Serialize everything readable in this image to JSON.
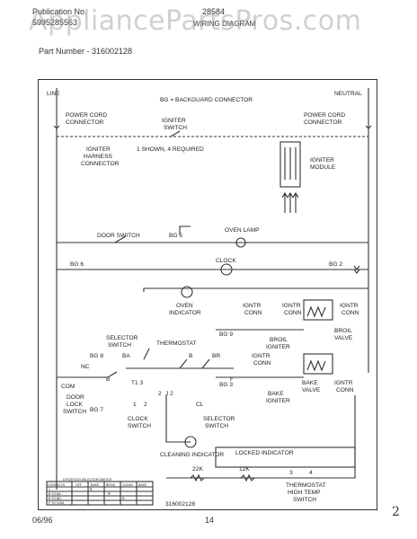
{
  "header": {
    "publication_label": "Publication No.",
    "publication_no": "5995285563",
    "model": "28584",
    "title": "WIRING DIAGRAM",
    "part_number": "Part Number - 316002128",
    "watermark": "AppliancePartsPros.com"
  },
  "diagram": {
    "line": "LINE",
    "neutral": "NEUTRAL",
    "bg_connector": "BG = BACKGUARD CONNECTOR",
    "power_cord_left_1": "POWER CORD",
    "power_cord_left_2": "CONNECTOR",
    "power_cord_right_1": "POWER CORD",
    "power_cord_right_2": "CONNECTOR",
    "igniter_switch_1": "IGNITER",
    "igniter_switch_2": "SWITCH",
    "igniter_harness_1": "IGNITER",
    "igniter_harness_2": "HARNESS",
    "igniter_harness_3": "CONNECTOR",
    "shown_required": "1 SHOWN, 4 REQUIRED",
    "igniter_module_1": "IGNITER",
    "igniter_module_2": "MODULE",
    "oven_lamp": "OVEN LAMP",
    "door_switch": "DOOR SWITCH",
    "bg5": "BG 5",
    "bg6": "BG 6",
    "clock": "CLOCK",
    "bg2": "BG 2",
    "oven_indicator_1": "OVEN",
    "oven_indicator_2": "INDICATOR",
    "igntr_conn_a_1": "IGNTR",
    "igntr_conn_a_2": "CONN",
    "igntr_conn_b_1": "IGNTR",
    "igntr_conn_b_2": "CONN",
    "igntr_conn_c_1": "IGNTR",
    "igntr_conn_c_2": "CONN",
    "igntr_conn_d_1": "IGNTR",
    "igntr_conn_d_2": "CONN",
    "igntr_conn_e_1": "IGNTR",
    "igntr_conn_e_2": "CONN",
    "broil_valve_1": "BROIL",
    "broil_valve_2": "VALVE",
    "broil_igniter_1": "BROIL",
    "broil_igniter_2": "IGNITER",
    "bake_valve_1": "BAKE",
    "bake_valve_2": "VALVE",
    "bake_igniter_1": "BAKE",
    "bake_igniter_2": "IGNITER",
    "selector_switch_1": "SELECTOR",
    "selector_switch_2": "SWITCH",
    "thermostat": "THERMOSTAT",
    "bg8": "BG 8",
    "bg9": "BG 9",
    "bg3": "BG 3",
    "bg7": "BG 7",
    "t_ba": "BA",
    "t_b": "B",
    "t_br": "BR",
    "t_nc": "NC",
    "t_com": "COM",
    "t_t13": "T1 3",
    "t_b2": "B",
    "t_f": "F",
    "t_j2": "J 2",
    "t_cl": "CL",
    "t_1": "1",
    "t_2": "2",
    "t_2b": "2",
    "t_3": "3",
    "t_4": "4",
    "door_lock_1": "DOOR",
    "door_lock_2": "LOCK",
    "door_lock_3": "SWITCH",
    "clock_switch_1": "CLOCK",
    "clock_switch_2": "SWITCH",
    "sel_switch2_1": "SELECTOR",
    "sel_switch2_2": "SWITCH",
    "cleaning_indicator": "CLEANING INDICATOR",
    "locked_indicator": "LOCKED INDICATOR",
    "r22k": "22K",
    "r12k": "12K",
    "thermostat_ht_1": "THERMOSTAT",
    "thermostat_ht_2": "HIGH TEMP",
    "thermostat_ht_3": "SWITCH",
    "table_title": "5 POSITION SELECTOR SWITCH",
    "table_headers": [
      "CONTACTS",
      "OFF",
      "BAKE",
      "BROIL",
      "CLEAN",
      "BAKE"
    ],
    "table_rows": [
      "1",
      "B TO BA",
      "B TO BR",
      "F TO COM"
    ],
    "diagram_no": "316002128"
  },
  "footer": {
    "date": "06/96",
    "page": "14",
    "corner_mark": "2"
  }
}
